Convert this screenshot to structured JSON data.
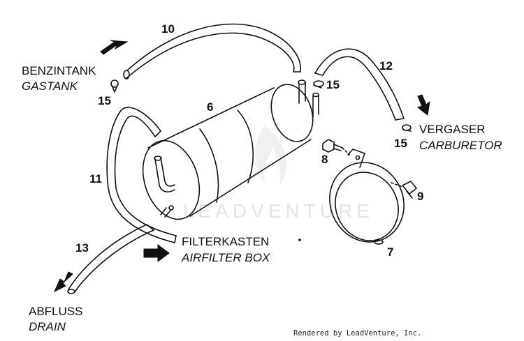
{
  "labels": {
    "gas_tank_de": "BENZINTANK",
    "gas_tank_en": "GASTANK",
    "carburetor_de": "VERGASER",
    "carburetor_en": "CARBURETOR",
    "airbox_de": "FILTERKASTEN",
    "airbox_en": "AIRFILTER BOX",
    "drain_de": "ABFLUSS",
    "drain_en": "DRAIN"
  },
  "part_numbers": {
    "p6": "6",
    "p7": "7",
    "p8": "8",
    "p9": "9",
    "p10": "10",
    "p11": "11",
    "p12": "12",
    "p13": "13",
    "p15_left": "15",
    "p15_top": "15",
    "p15_right": "15"
  },
  "watermark": "LEADVENTURE",
  "credit": "Rendered by LeadVenture, Inc.",
  "colors": {
    "line": "#111111",
    "background": "#ffffff",
    "watermark": "#e4e4e4"
  }
}
